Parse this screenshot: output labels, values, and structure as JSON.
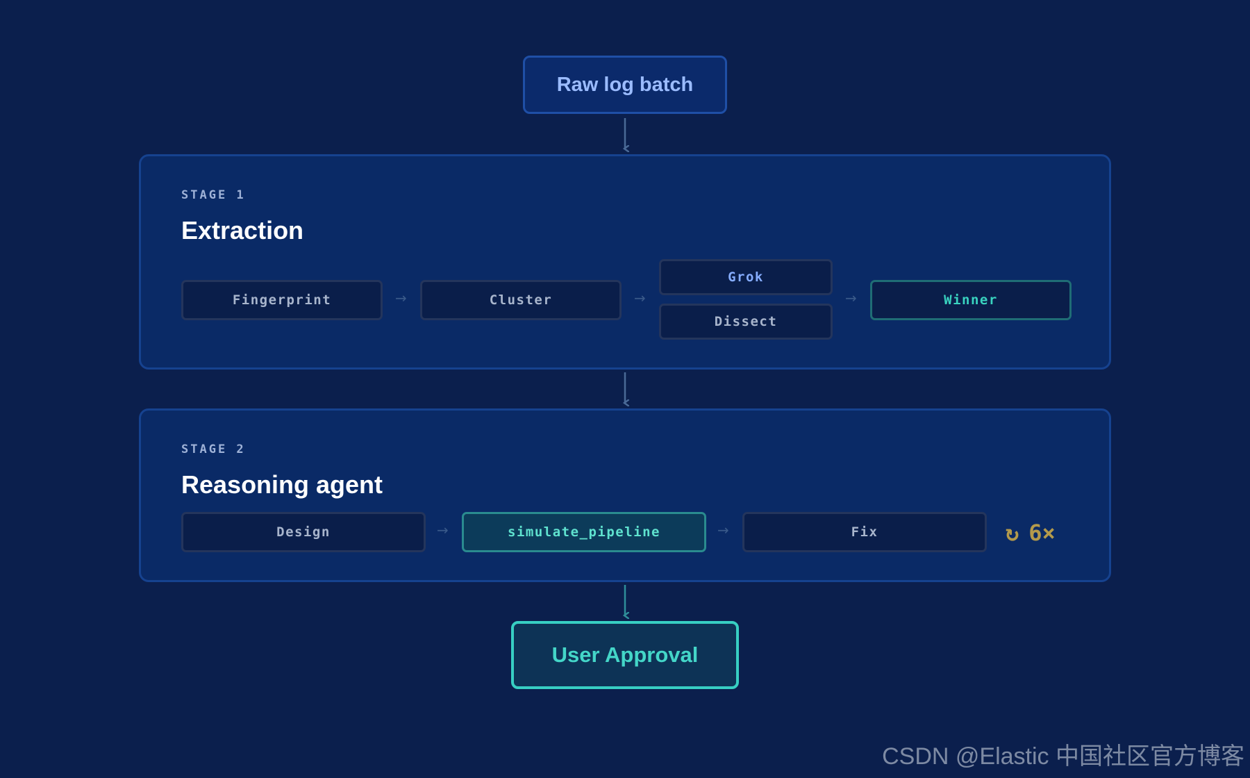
{
  "input_node": {
    "label": "Raw log batch"
  },
  "stage1": {
    "kicker": "STAGE 1",
    "title": "Extraction",
    "steps": [
      "Fingerprint",
      "Cluster",
      "Grok",
      "Dissect",
      "Winner"
    ]
  },
  "stage2": {
    "kicker": "STAGE 2",
    "title": "Reasoning agent",
    "steps": [
      "Design",
      "simulate_pipeline",
      "Fix"
    ],
    "repeat": {
      "icon": "↻",
      "label": "6×"
    }
  },
  "output_node": {
    "label": "User Approval"
  },
  "arrow_glyph": "→",
  "watermark": "CSDN @Elastic 中国社区官方博客",
  "colors": {
    "background": "#0b1f4d",
    "stage_panel": "#0a2a66",
    "accent_blue": "#86adff",
    "accent_teal": "#39d3c0",
    "repeat_gold": "#b49a4b"
  }
}
